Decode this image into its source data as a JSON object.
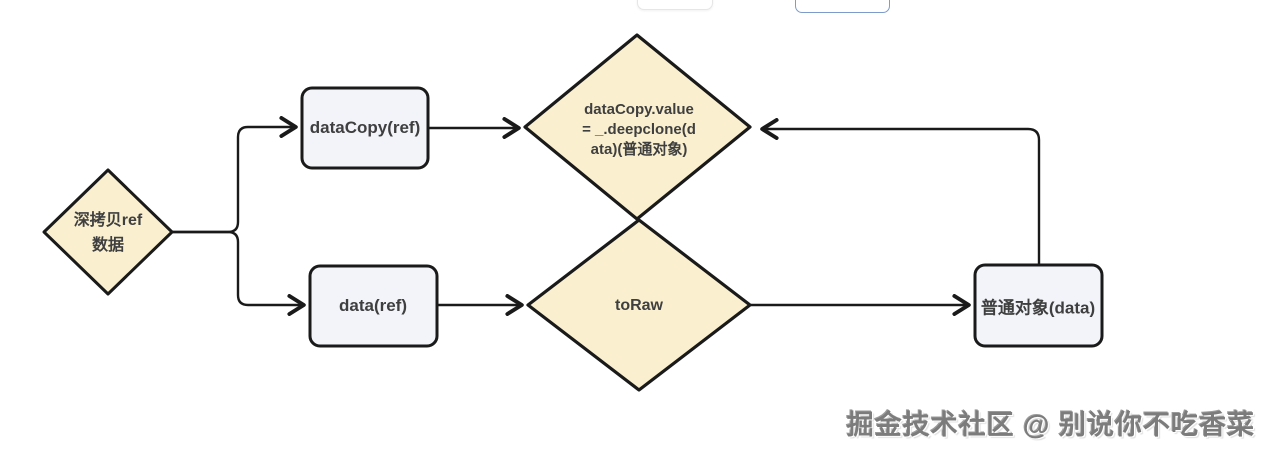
{
  "canvas": {
    "background": "#ffffff"
  },
  "toolbar": {
    "buttons": [
      {
        "name": "toolbar-button-plain",
        "label": "",
        "note": "clipped at top of screenshot"
      },
      {
        "name": "toolbar-button-outlined",
        "label": "",
        "note": "clipped at top of screenshot"
      }
    ]
  },
  "flowchart": {
    "nodes": {
      "start": {
        "shape": "diamond",
        "lines": [
          "深拷贝ref",
          "数据"
        ]
      },
      "dataCopy": {
        "shape": "rect",
        "label": "dataCopy(ref)"
      },
      "data": {
        "shape": "rect",
        "label": "data(ref)"
      },
      "deepclone": {
        "shape": "diamond",
        "lines": [
          "dataCopy.value",
          "= _.deepclone(d",
          "ata)(普通对象)"
        ]
      },
      "toRaw": {
        "shape": "diamond",
        "label": "toRaw"
      },
      "plainObject": {
        "shape": "rect",
        "label": "普通对象(data)"
      }
    },
    "edges": [
      {
        "from": "start",
        "to": "dataCopy"
      },
      {
        "from": "start",
        "to": "data"
      },
      {
        "from": "dataCopy",
        "to": "deepclone"
      },
      {
        "from": "data",
        "to": "toRaw"
      },
      {
        "from": "toRaw",
        "to": "plainObject"
      },
      {
        "from": "plainObject",
        "to": "deepclone"
      }
    ]
  },
  "colors": {
    "diamond_fill": "#faf0d0",
    "rect_fill": "#f2f4fa",
    "node_border": "#1a1a1a",
    "connector": "#1a1a1a",
    "label_text": "#3f3f3f",
    "watermark_text": "#7c7c7c",
    "toolbar_button_border": "#e6e6e6",
    "toolbar_button_outline": "#7d9ccb"
  },
  "watermark": {
    "text": "掘金技术社区 @ 别说你不吃香菜"
  }
}
